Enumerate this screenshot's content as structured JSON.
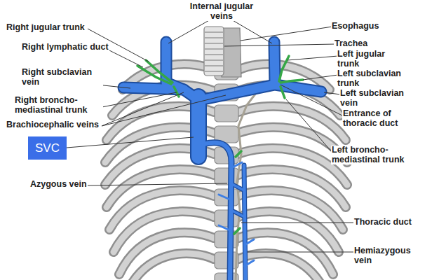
{
  "diagram": {
    "nodes": [
      {
        "text": [
          "SVC"
        ]
      }
    ],
    "labels": [
      "Internal jugular veins",
      "Right jugular trunk",
      "Right lymphatic duct",
      "Right subclavian vein",
      "Right broncho- mediastinal trunk",
      "Brachiocephalic veins",
      "Azygous vein",
      "Esophagus",
      "Trachea",
      "Left jugular trunk",
      "Left subclavian trunk",
      "Left subclavian vein",
      "Entrance of thoracic duct",
      "Left broncho- mediastinal trunk",
      "Thoracic duct",
      "Hemiazygous vein"
    ]
  }
}
